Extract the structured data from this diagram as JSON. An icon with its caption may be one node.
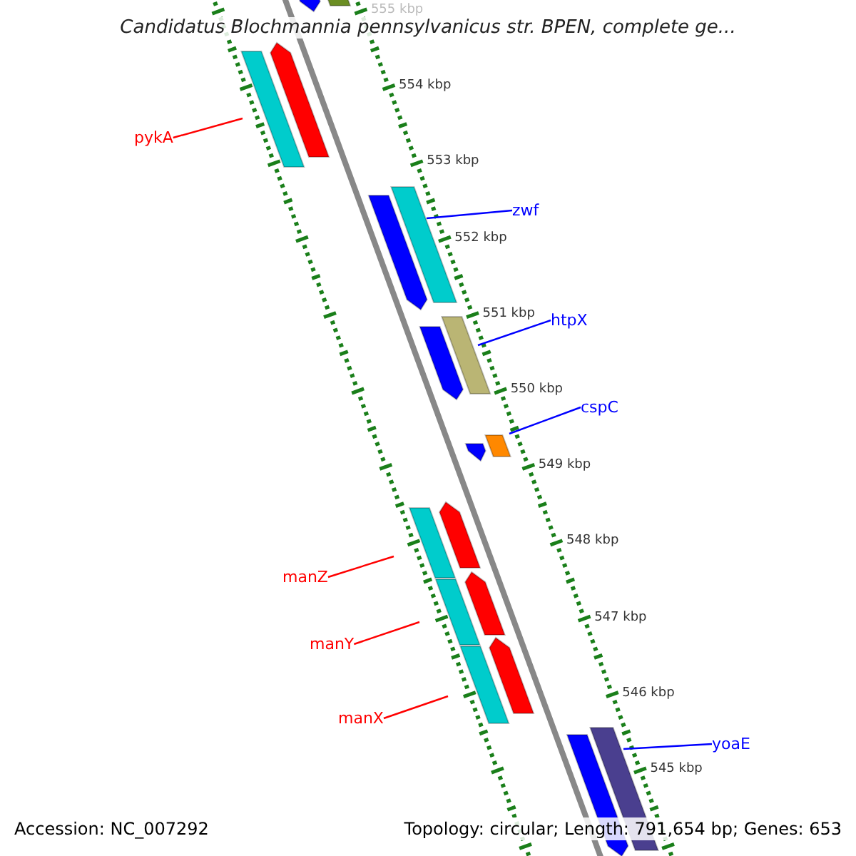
{
  "diagram": {
    "title": "Candidatus Blochmannia pennsylvanicus str. BPEN, complete ge...",
    "nodes": [
      {
        "text": [
          "pykA"
        ]
      },
      {
        "text": [
          "zwf"
        ]
      },
      {
        "text": [
          "htpX"
        ]
      },
      {
        "text": [
          "cspC"
        ]
      },
      {
        "text": [
          "manZ"
        ]
      },
      {
        "text": [
          "manY"
        ]
      },
      {
        "text": [
          "manX"
        ]
      },
      {
        "text": [
          "yoaE"
        ]
      }
    ],
    "edges": [
      {
        "from": 0,
        "to": null,
        "arrow": "none",
        "color": "#ff0000"
      },
      {
        "from": 1,
        "to": null,
        "arrow": "none",
        "color": "#0000ff"
      },
      {
        "from": 2,
        "to": null,
        "arrow": "none",
        "color": "#0000ff"
      },
      {
        "from": 3,
        "to": null,
        "arrow": "none",
        "color": "#0000ff"
      },
      {
        "from": 4,
        "to": null,
        "arrow": "none",
        "color": "#ff0000"
      },
      {
        "from": 5,
        "to": null,
        "arrow": "none",
        "color": "#ff0000"
      },
      {
        "from": 6,
        "to": null,
        "arrow": "none",
        "color": "#ff0000"
      },
      {
        "from": 7,
        "to": null,
        "arrow": "none",
        "color": "#0000ff"
      }
    ],
    "labels": [
      "555 kbp",
      "554 kbp",
      "553 kbp",
      "552 kbp",
      "551 kbp",
      "550 kbp",
      "549 kbp",
      "548 kbp",
      "547 kbp",
      "546 kbp",
      "545 kbp",
      "Accession: NC_007292",
      "Topology: circular; Length: 791,654 bp; Genes: 653"
    ]
  }
}
